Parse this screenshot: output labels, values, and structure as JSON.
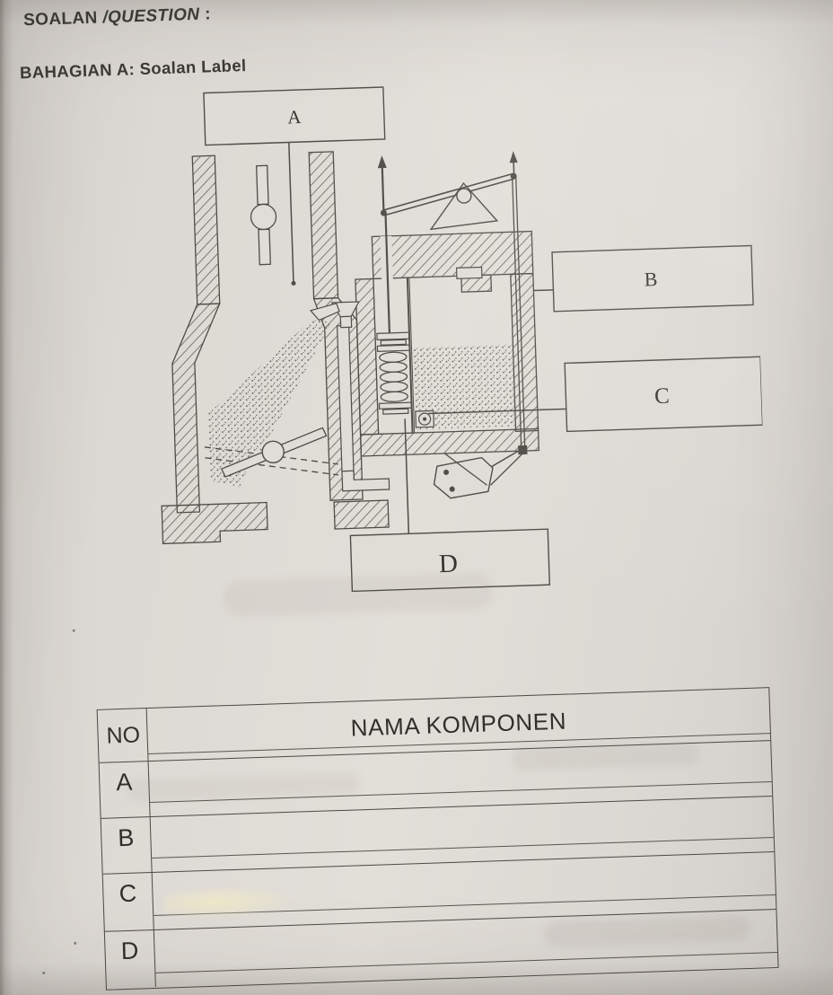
{
  "header": {
    "question_label_bold": "SOALAN",
    "question_label_italic": "/QUESTION",
    "question_label_colon": ":",
    "section_label": "BAHAGIAN A: Soalan Label"
  },
  "diagram": {
    "label_boxes": {
      "a": "A",
      "b": "B",
      "c": "C",
      "d": "D"
    }
  },
  "table": {
    "col_no": "NO",
    "col_component": "NAMA KOMPONEN",
    "rows": [
      {
        "no": "A",
        "component": ""
      },
      {
        "no": "B",
        "component": ""
      },
      {
        "no": "C",
        "component": ""
      },
      {
        "no": "D",
        "component": ""
      }
    ]
  },
  "colors": {
    "paper": "#dcd8d3",
    "ink": "#3b3b36",
    "line": "#4d4d46"
  }
}
